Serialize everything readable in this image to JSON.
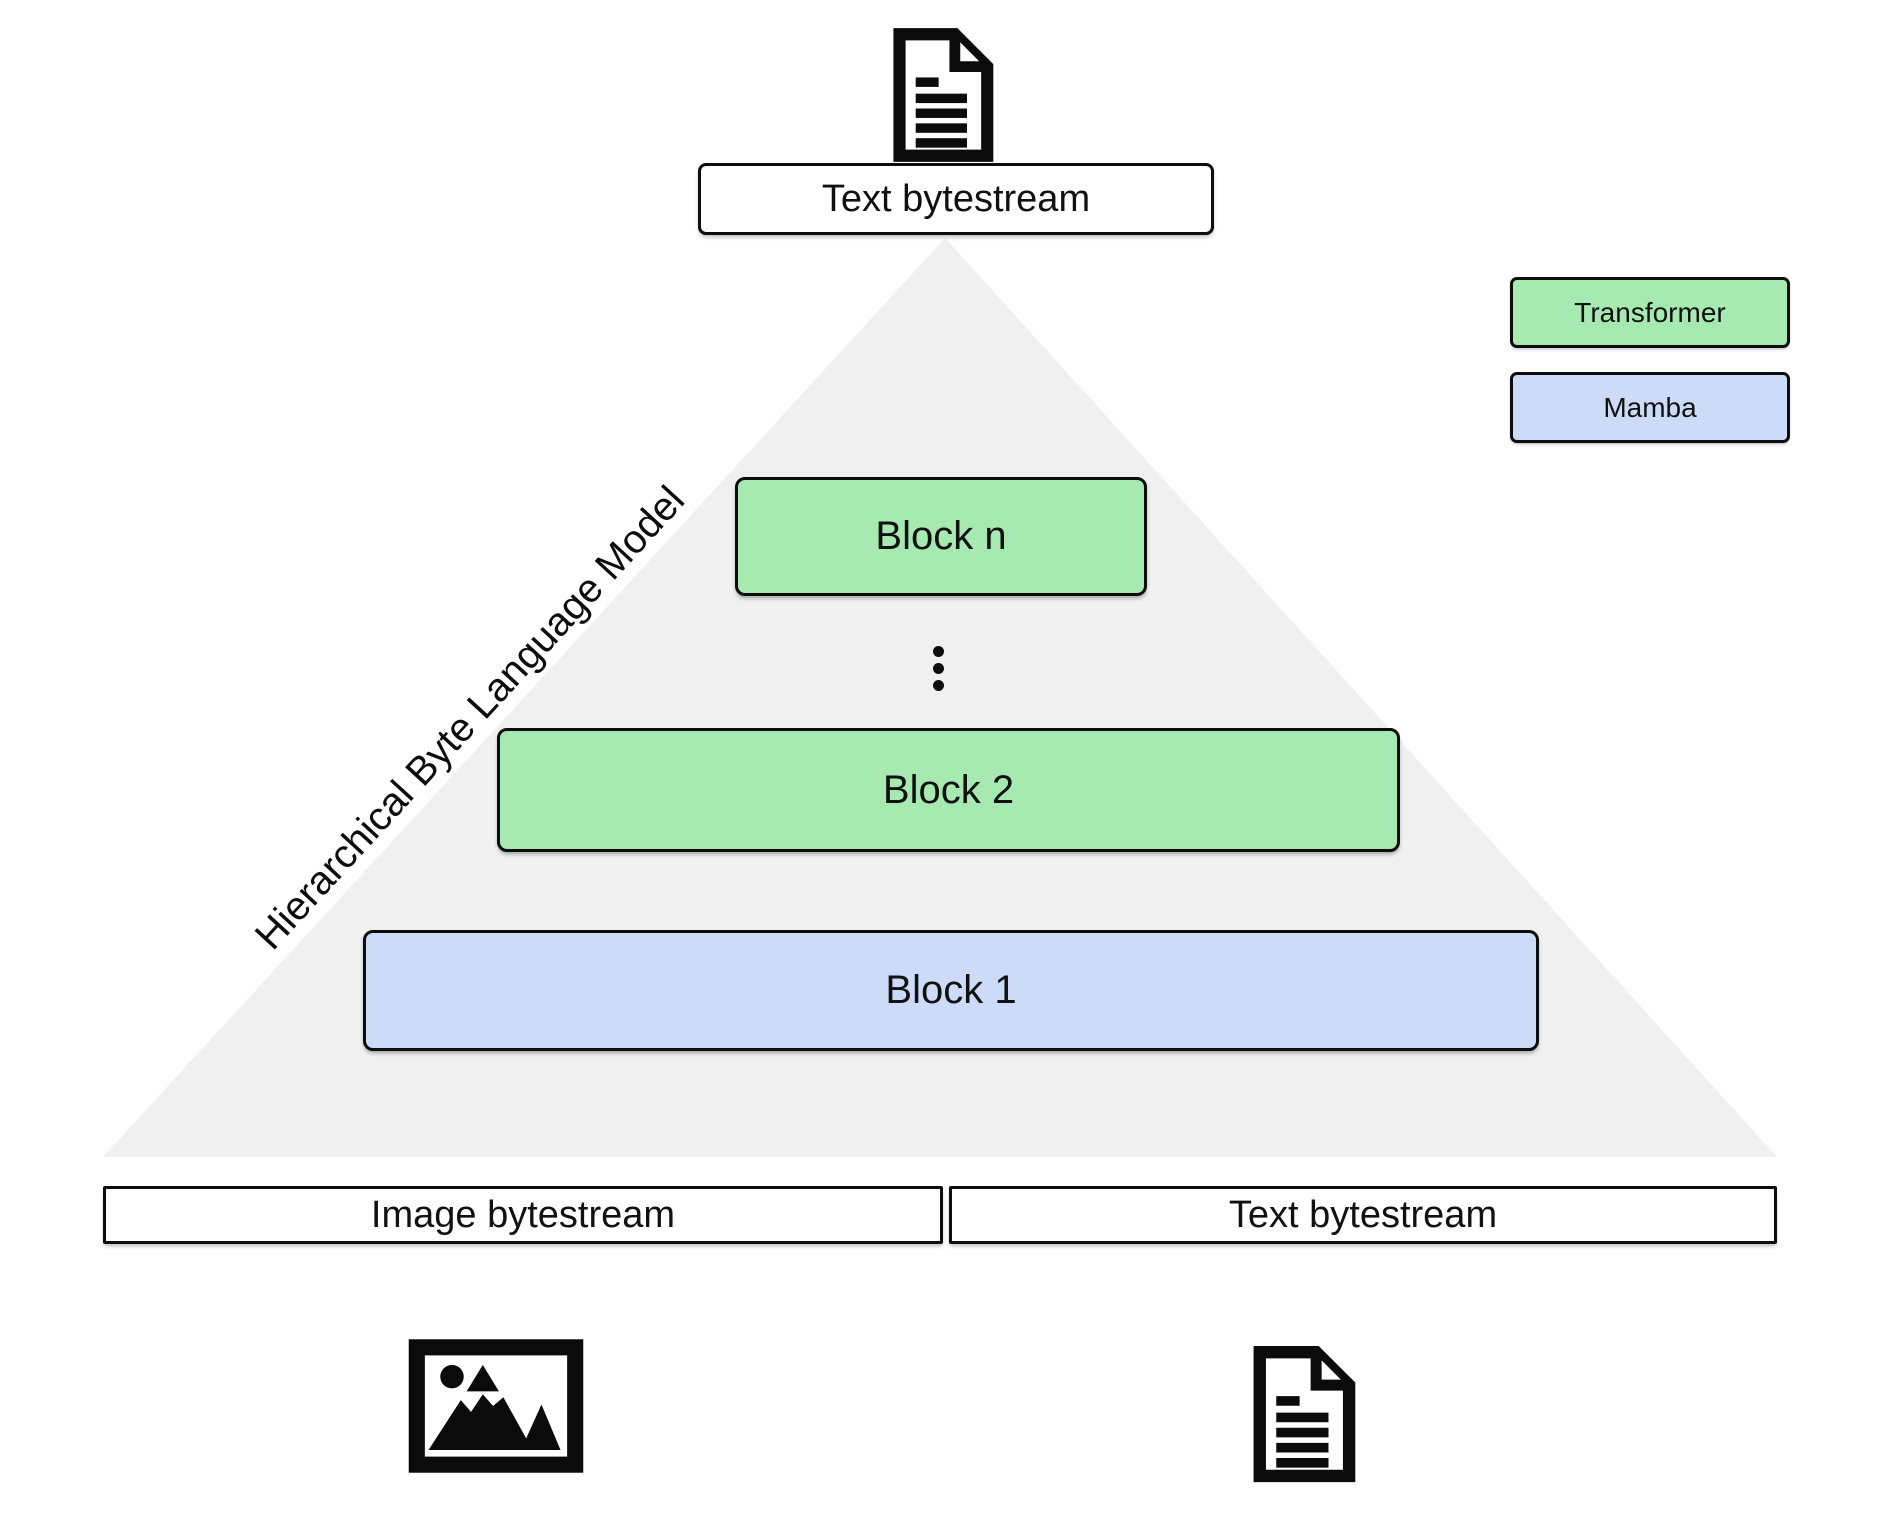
{
  "diagram": {
    "output_top": {
      "icon": "document-icon",
      "label": "Text bytestream"
    },
    "model": {
      "title": "Hierarchical Byte Language Model",
      "blocks": [
        {
          "label": "Block n",
          "type": "Transformer"
        },
        {
          "label": "Block 2",
          "type": "Transformer"
        },
        {
          "label": "Block 1",
          "type": "Mamba"
        }
      ],
      "ellipsis": "⋮"
    },
    "legend": [
      {
        "label": "Transformer",
        "color": "#a7eab1"
      },
      {
        "label": "Mamba",
        "color": "#ccdcf8"
      }
    ],
    "inputs_bottom": {
      "left": {
        "label": "Image bytestream",
        "icon": "image-icon"
      },
      "right": {
        "label": "Text bytestream",
        "icon": "document-icon"
      }
    },
    "colors": {
      "transformer_fill": "#a7eab1",
      "mamba_fill": "#ccdcf8",
      "pyramid_fill": "#f0f0f1",
      "border": "#0d0d0d"
    }
  }
}
